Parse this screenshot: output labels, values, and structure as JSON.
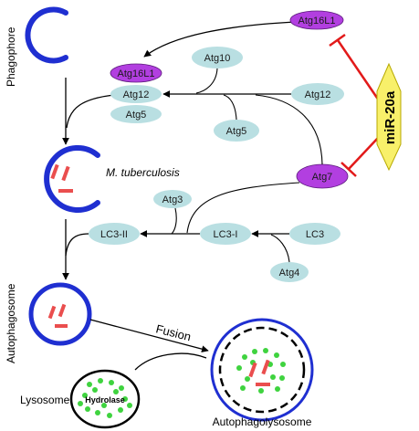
{
  "colors": {
    "membrane": "#1f2fd1",
    "node_fill": "#b9dfe2",
    "purple_fill": "#b23fe0",
    "inhibition": "#e21a1a",
    "mir_fill": "#f8f06a",
    "bacteria": "#ea4e4e",
    "granule": "#3fd33f"
  },
  "stages": {
    "phagophore": "Phagophore",
    "autophagosome": "Autophagosome",
    "mtb": "M. tuberculosis",
    "fusion": "Fusion",
    "lysosome": "Lysosome",
    "hydrolase": "Hydrolase",
    "autophagolysosome": "Autophagolysosome"
  },
  "nodes": {
    "atg16l1_top": "Atg16L1",
    "atg16l1_complex": "Atg16L1",
    "atg12_complex": "Atg12",
    "atg5_complex": "Atg5",
    "atg10": "Atg10",
    "atg12_right": "Atg12",
    "atg5_lower": "Atg5",
    "atg7": "Atg7",
    "atg3": "Atg3",
    "lc3_ii": "LC3-II",
    "lc3_i": "LC3-I",
    "lc3": "LC3",
    "atg4": "Atg4"
  },
  "mirna": {
    "label": "miR-20a"
  }
}
